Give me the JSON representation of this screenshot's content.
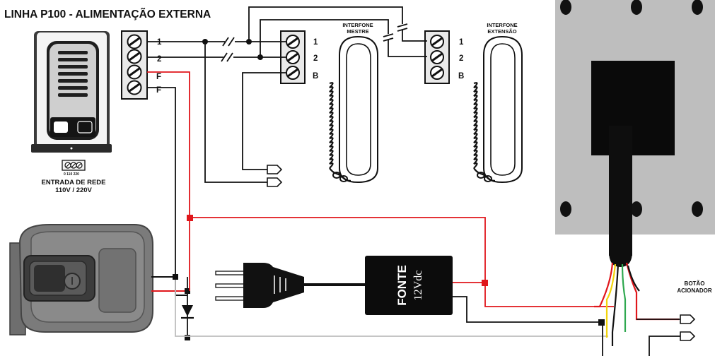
{
  "title": "LINHA P100 - ALIMENTAÇÃO EXTERNA",
  "terminals_main": [
    "1",
    "2",
    "F",
    "F"
  ],
  "terminals_master": [
    "1",
    "2",
    "B"
  ],
  "terminals_extension": [
    "1",
    "2",
    "B"
  ],
  "interphone_master": [
    "INTERFONE",
    "MESTRE"
  ],
  "interphone_extension": [
    "INTERFONE",
    "EXTENSÃO"
  ],
  "network_input": {
    "scale": "0  110  220",
    "line1": "ENTRADA DE REDE",
    "line2": "110V / 220V"
  },
  "power_supply": {
    "line1": "FONTE",
    "line2": "12Vdc"
  },
  "button": [
    "BOTÃO",
    "ACIONADOR"
  ],
  "colors": {
    "wire_black": "#111111",
    "wire_red": "#e0161b",
    "wire_gray": "#bdbdbd",
    "wire_yellow": "#f2d40b",
    "wire_green": "#2fa84f",
    "panel_gray": "#bebebe"
  }
}
